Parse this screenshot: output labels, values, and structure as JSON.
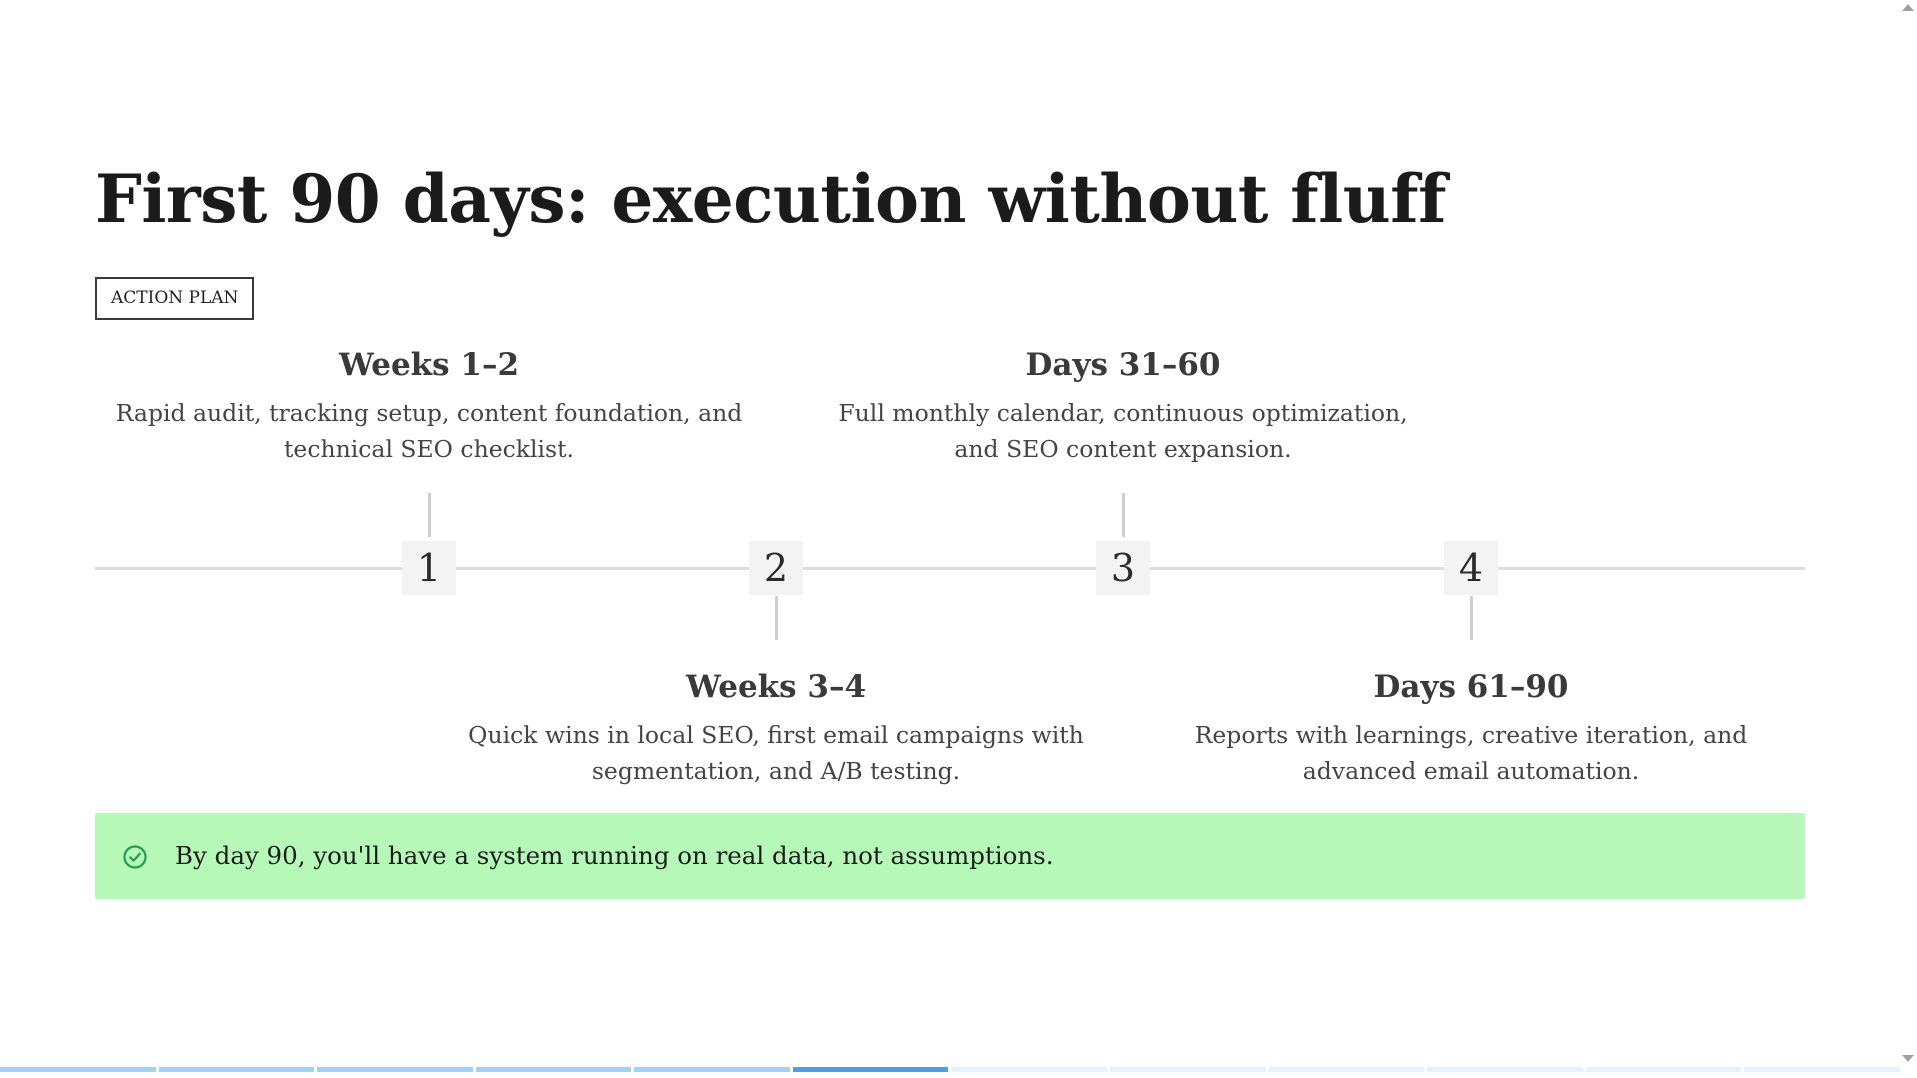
{
  "slide": {
    "title": "First 90 days: execution without fluff",
    "badge": "ACTION PLAN"
  },
  "timeline": {
    "steps": [
      {
        "number": "1",
        "title": "Weeks 1–2",
        "desc_line1": "Rapid audit, tracking setup, content foundation, and",
        "desc_line2": "technical SEO checklist."
      },
      {
        "number": "2",
        "title": "Weeks 3–4",
        "desc_line1": "Quick wins in local SEO, first email campaigns with",
        "desc_line2": "segmentation, and A/B testing."
      },
      {
        "number": "3",
        "title": "Days 31–60",
        "desc_line1": "Full monthly calendar, continuous optimization,",
        "desc_line2": "and SEO content expansion."
      },
      {
        "number": "4",
        "title": "Days 61–90",
        "desc_line1": "Reports with learnings, creative iteration, and",
        "desc_line2": "advanced email automation."
      }
    ]
  },
  "callout": {
    "icon": "check-circle-icon",
    "text": "By day 90, you'll have a system running on real data, not assumptions."
  },
  "progress": {
    "total_slides": 12,
    "current_slide": 6
  },
  "colors": {
    "callout_bg": "#b6f8b8",
    "check_icon": "#1f9d55",
    "progress_done": "#9fd2f3",
    "progress_active": "#4d9fe6",
    "progress_future": "#e6f2fb"
  }
}
